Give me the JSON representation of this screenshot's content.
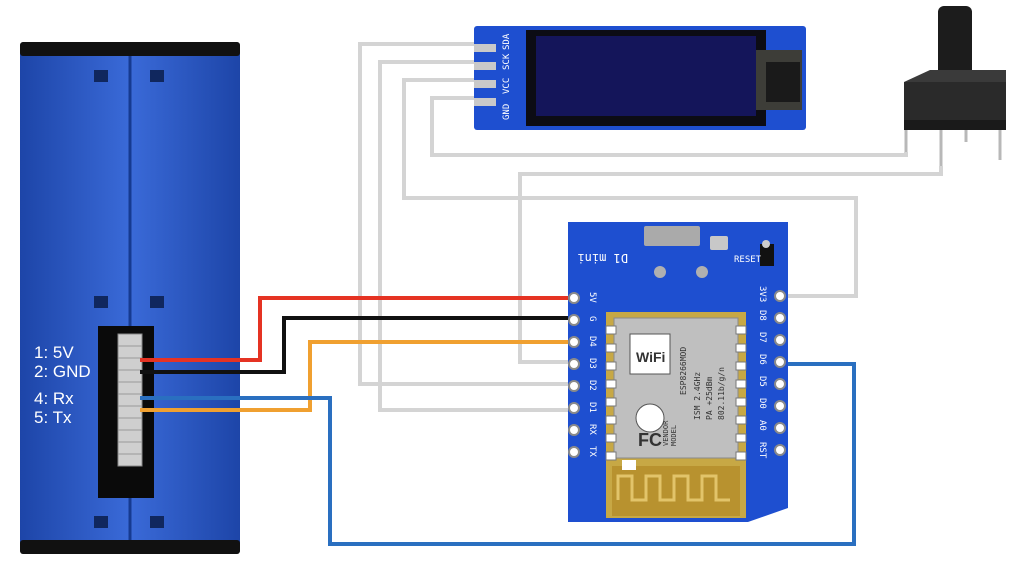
{
  "sensor": {
    "pins": [
      "1: 5V",
      "2: GND",
      "4: Rx",
      "5: Tx"
    ]
  },
  "oled": {
    "pins": [
      "GND",
      "VCC",
      "SCK",
      "SDA"
    ]
  },
  "d1mini": {
    "title": "D1 mini",
    "reset": "RESET",
    "left_pins": [
      "5V",
      "G",
      "D4",
      "D3",
      "D2",
      "D1",
      "RX",
      "TX"
    ],
    "right_pins": [
      "3V3",
      "D8",
      "D7",
      "D6",
      "D5",
      "D0",
      "A0",
      "RST"
    ],
    "chip_brand": "WiFi",
    "chip_model": "ESP8266MOD",
    "chip_lines": [
      "ISM 2.4GHz",
      "PA +25dBm",
      "802.11b/g/n"
    ],
    "chip_vendor": "VENDOR",
    "chip_model_label": "MODEL",
    "fcc": "FC"
  },
  "colors": {
    "power": "#e53323",
    "ground": "#111111",
    "rx": "#f0a030",
    "tx": "#2a6fc0",
    "signal": "#d4d4d4",
    "board_blue": "#1e4fd0",
    "sensor_blue": "#2b5bc4"
  }
}
